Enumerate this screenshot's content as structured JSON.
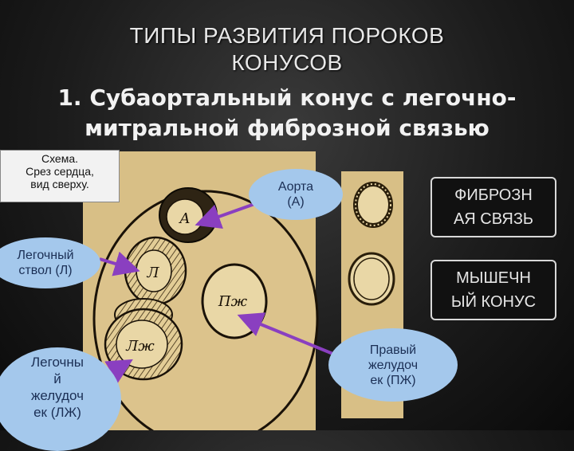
{
  "title": "ТИПЫ РАЗВИТИЯ ПОРОКОВ\nКОНУСОВ",
  "title_line1": "ТИПЫ РАЗВИТИЯ ПОРОКОВ",
  "title_line2": "КОНУСОВ",
  "subtitle_line1": "1. Субаортальный конус с легочно-",
  "subtitle_line2": "митральной фиброзной связью",
  "schema_note": "Схема. Срез сердца, вид сверху.",
  "schema_note_lines": [
    "Схема.",
    "Срез сердца,",
    "вид сверху."
  ],
  "callouts": {
    "aorta": [
      "Аорта",
      "(А)"
    ],
    "pulmonary_trunk": [
      "Легочный",
      "ствол (Л)"
    ],
    "right_ventricle": [
      "Правый",
      "желудоч",
      "ек  (ПЖ)"
    ],
    "left_ventricle": [
      "Легочны",
      "й",
      "желудоч",
      "ек (ЛЖ)"
    ]
  },
  "legend": {
    "fibrous": [
      "ФИБРОЗН",
      "АЯ СВЯЗЬ"
    ],
    "muscular": [
      "МЫШЕЧН",
      "ЫЙ КОНУС"
    ]
  },
  "diagram_labels": {
    "a": "А",
    "l": "Л",
    "pzh": "Пж",
    "lzh": "Лж"
  },
  "colors": {
    "background": "#1c1c1c",
    "paper": "#d8bf86",
    "callout": "#a4c8ec",
    "arrow": "#8a3fc0"
  }
}
